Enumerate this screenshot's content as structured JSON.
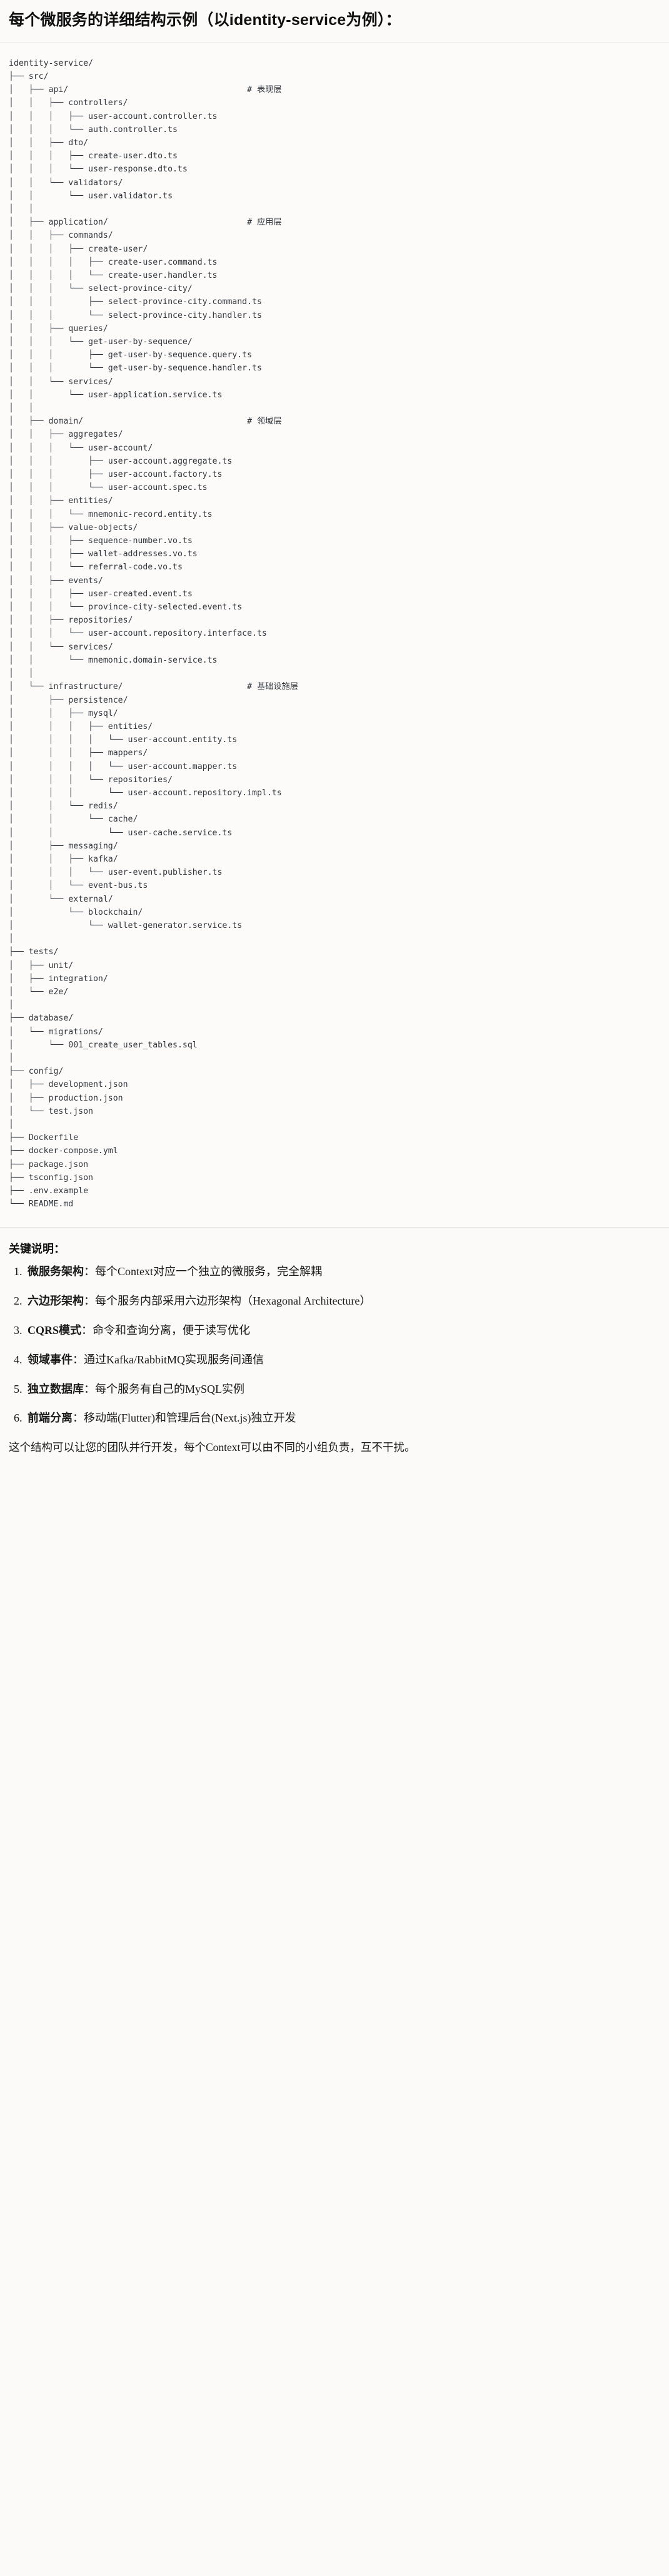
{
  "heading": "每个微服务的详细结构示例（以identity-service为例）：",
  "tree": {
    "title": "identity-service-tree",
    "lines": "identity-service/\n├── src/\n│   ├── api/                                    # 表现层\n│   │   ├── controllers/\n│   │   │   ├── user-account.controller.ts\n│   │   │   └── auth.controller.ts\n│   │   ├── dto/\n│   │   │   ├── create-user.dto.ts\n│   │   │   └── user-response.dto.ts\n│   │   └── validators/\n│   │       └── user.validator.ts\n│   │\n│   ├── application/                            # 应用层\n│   │   ├── commands/\n│   │   │   ├── create-user/\n│   │   │   │   ├── create-user.command.ts\n│   │   │   │   └── create-user.handler.ts\n│   │   │   └── select-province-city/\n│   │   │       ├── select-province-city.command.ts\n│   │   │       └── select-province-city.handler.ts\n│   │   ├── queries/\n│   │   │   └── get-user-by-sequence/\n│   │   │       ├── get-user-by-sequence.query.ts\n│   │   │       └── get-user-by-sequence.handler.ts\n│   │   └── services/\n│   │       └── user-application.service.ts\n│   │\n│   ├── domain/                                 # 领域层\n│   │   ├── aggregates/\n│   │   │   └── user-account/\n│   │   │       ├── user-account.aggregate.ts\n│   │   │       ├── user-account.factory.ts\n│   │   │       └── user-account.spec.ts\n│   │   ├── entities/\n│   │   │   └── mnemonic-record.entity.ts\n│   │   ├── value-objects/\n│   │   │   ├── sequence-number.vo.ts\n│   │   │   ├── wallet-addresses.vo.ts\n│   │   │   └── referral-code.vo.ts\n│   │   ├── events/\n│   │   │   ├── user-created.event.ts\n│   │   │   └── province-city-selected.event.ts\n│   │   ├── repositories/\n│   │   │   └── user-account.repository.interface.ts\n│   │   └── services/\n│   │       └── mnemonic.domain-service.ts\n│   │\n│   └── infrastructure/                         # 基础设施层\n│       ├── persistence/\n│       │   ├── mysql/\n│       │   │   ├── entities/\n│       │   │   │   └── user-account.entity.ts\n│       │   │   ├── mappers/\n│       │   │   │   └── user-account.mapper.ts\n│       │   │   └── repositories/\n│       │   │       └── user-account.repository.impl.ts\n│       │   └── redis/\n│       │       └── cache/\n│       │           └── user-cache.service.ts\n│       ├── messaging/\n│       │   ├── kafka/\n│       │   │   └── user-event.publisher.ts\n│       │   └── event-bus.ts\n│       └── external/\n│           └── blockchain/\n│               └── wallet-generator.service.ts\n│\n├── tests/\n│   ├── unit/\n│   ├── integration/\n│   └── e2e/\n│\n├── database/\n│   └── migrations/\n│       └── 001_create_user_tables.sql\n│\n├── config/\n│   ├── development.json\n│   ├── production.json\n│   └── test.json\n│\n├── Dockerfile\n├── docker-compose.yml\n├── package.json\n├── tsconfig.json\n├── .env.example\n└── README.md"
  },
  "notes": {
    "title": "关键说明：",
    "items": [
      {
        "term": "微服务架构",
        "sep": "：",
        "desc": "每个Context对应一个独立的微服务，完全解耦"
      },
      {
        "term": "六边形架构",
        "sep": "：",
        "desc": "每个服务内部采用六边形架构（Hexagonal Architecture）"
      },
      {
        "term": "CQRS模式",
        "sep": "：",
        "desc": "命令和查询分离，便于读写优化"
      },
      {
        "term": "领域事件",
        "sep": "：",
        "desc": "通过Kafka/RabbitMQ实现服务间通信"
      },
      {
        "term": "独立数据库",
        "sep": "：",
        "desc": "每个服务有自己的MySQL实例"
      },
      {
        "term": "前端分离",
        "sep": "：",
        "desc": "移动端(Flutter)和管理后台(Next.js)独立开发"
      }
    ],
    "closing": "这个结构可以让您的团队并行开发，每个Context可以由不同的小组负责，互不干扰。"
  },
  "colors": {
    "page_background": "#fbfaf8",
    "code_background": "#fcfbfa",
    "text": "#1a1a1a",
    "code_text": "#30353b",
    "rule": "#e6e3de"
  }
}
